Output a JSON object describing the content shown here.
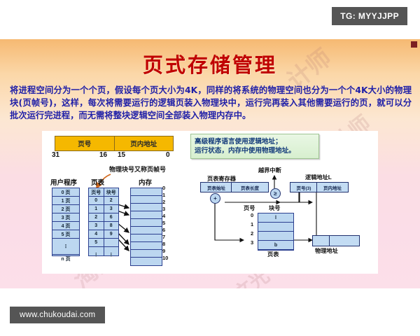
{
  "topbar": {
    "tg_tag": "TG: MYYJJPP"
  },
  "slide": {
    "title": "页式存储管理",
    "body_text": "将进程空间分为一个个页，假设每个页大小为4K，同样的将系统的物理空间也分为一个个4K大小的物理块(页帧号)，这样，每次将需要运行的逻辑页装入物理块中，运行完再装入其他需要运行的页，就可以分批次运行完进程，而无需将整块逻辑空间全部装入物理内存中。",
    "watermarks": [
      "计师",
      "计师",
      "文充",
      "淘宝",
      "文光"
    ]
  },
  "figure": {
    "address_table": {
      "cells": [
        "页号",
        "页内地址"
      ],
      "bits": {
        "high_left": "31",
        "high_right": "16",
        "low_left": "15",
        "low_right": "0"
      }
    },
    "note": {
      "line1": "高级程序语言使用逻辑地址；",
      "line2": "运行状态，内存中使用物理地址。"
    },
    "left_diagram": {
      "annotation": "物理块号又称页帧号",
      "user_program": {
        "label": "用户程序",
        "rows": [
          "0 页",
          "1 页",
          "2 页",
          "3 页",
          "4 页",
          "5 页",
          "⋮",
          "n 页"
        ]
      },
      "page_table": {
        "label": "页表",
        "headers": [
          "页号",
          "块号"
        ],
        "rows": [
          {
            "page": "0",
            "block": "2"
          },
          {
            "page": "1",
            "block": "3"
          },
          {
            "page": "2",
            "block": "6"
          },
          {
            "page": "3",
            "block": "8"
          },
          {
            "page": "4",
            "block": "9"
          },
          {
            "page": "5",
            "block": ""
          },
          {
            "page": "⋮",
            "block": "⋮"
          }
        ]
      },
      "memory": {
        "label": "内存",
        "indices": [
          "0",
          "1",
          "2",
          "3",
          "4",
          "5",
          "6",
          "7",
          "8",
          "9",
          "10"
        ]
      }
    },
    "right_diagram": {
      "register_label": "页表寄存器",
      "register_cells": [
        "页表始址",
        "页表长度"
      ],
      "interrupt_label": "越界中断",
      "compare_symbol": "≥",
      "adder_symbol": "+",
      "logical_address_label": "逻辑地址L",
      "logical_cells": [
        "页号(3)",
        "页内地址"
      ],
      "block_no_label": "块号",
      "page_no_label": "页号",
      "page_table_label": "页表",
      "page_indices": [
        "0",
        "1",
        "2",
        "3"
      ],
      "page_entries": [
        "l",
        "",
        "",
        "b"
      ],
      "physical_address_label": "物理地址"
    }
  },
  "footer": {
    "url": "www.chukoudai.com"
  },
  "colors": {
    "title_red": "#c00000",
    "body_blue": "#1f1fa8",
    "table_gold": "#f5b800",
    "box_blue": "#bcd7f0",
    "tag_gray": "#555555",
    "note_green": "#d7efcf"
  }
}
